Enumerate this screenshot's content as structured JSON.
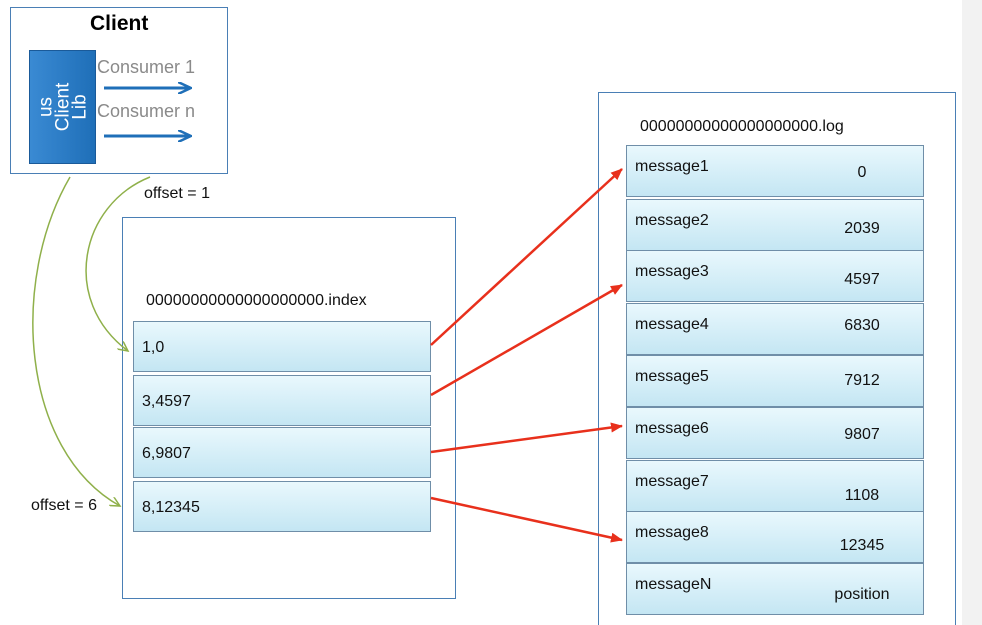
{
  "client": {
    "title": "Client",
    "lib_label_line1": "us",
    "lib_label_line2": "Client",
    "lib_label_line3": "Lib",
    "consumers": [
      "Consumer 1",
      "Consumer n"
    ]
  },
  "offsets": {
    "offset_1": "offset = 1",
    "offset_6": "offset = 6"
  },
  "index_file": {
    "name": "00000000000000000000.index",
    "entries": [
      "1,0",
      "3,4597",
      "6,9807",
      "8,12345"
    ]
  },
  "log_file": {
    "name": "00000000000000000000.log",
    "rows": [
      {
        "message": "message1",
        "position": "0"
      },
      {
        "message": "message2",
        "position": "2039"
      },
      {
        "message": "message3",
        "position": "4597"
      },
      {
        "message": "message4",
        "position": "6830"
      },
      {
        "message": "message5",
        "position": "7912"
      },
      {
        "message": "message6",
        "position": "9807"
      },
      {
        "message": "message7",
        "position": "1108"
      },
      {
        "message": "message8",
        "position": "12345"
      },
      {
        "message": "messageN",
        "position": "position"
      }
    ]
  },
  "colors": {
    "pointer_arrow": "#e8301c",
    "offset_curve": "#8fb04a",
    "consumer_arrow": "#1f6fb8"
  }
}
